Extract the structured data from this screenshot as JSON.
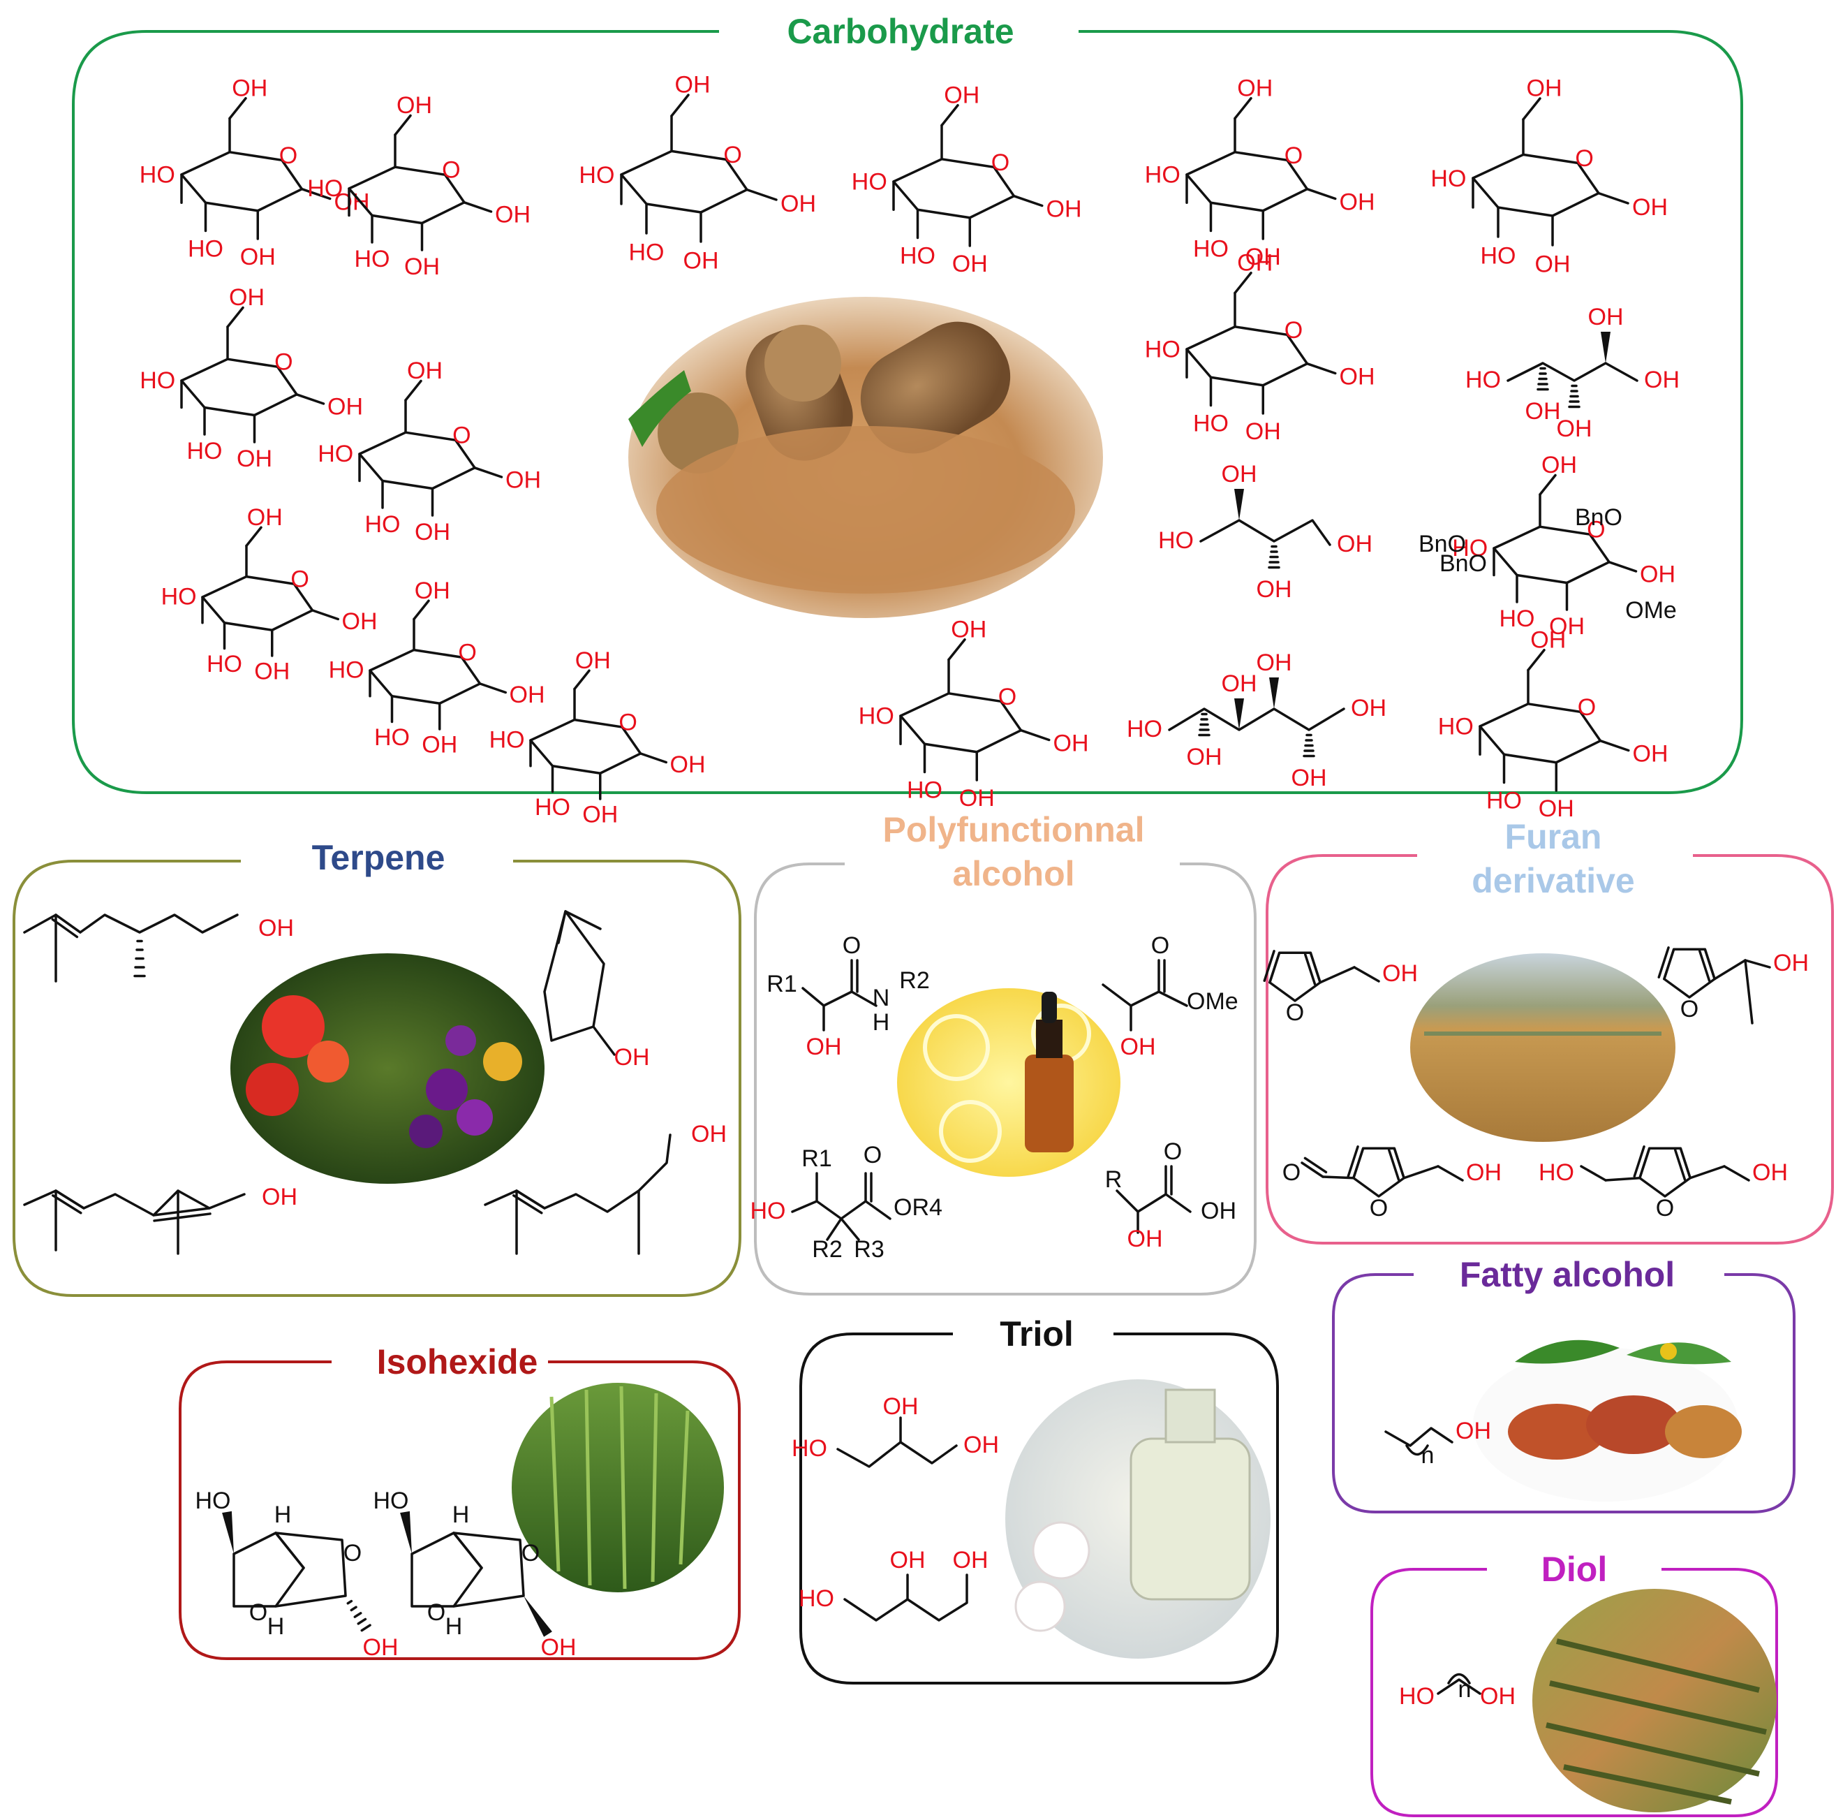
{
  "titles": {
    "carbohydrate": "Carbohydrate",
    "terpene": "Terpene",
    "polyfunctional_1": "Polyfunctionnal",
    "polyfunctional_2": "alcohol",
    "furan_1": "Furan",
    "furan_2": "derivative",
    "isohexide": "Isohexide",
    "triol": "Triol",
    "fatty_alcohol": "Fatty alcohol",
    "diol": "Diol"
  },
  "labels": {
    "oh": "OH",
    "ho": "HO",
    "o": "O",
    "h": "H",
    "n": "N",
    "r": "R",
    "r1": "R1",
    "r2": "R2",
    "r3": "R3",
    "or4": "OR4",
    "ome": "OMe",
    "bno": "BnO",
    "n_sub": "n"
  },
  "colors": {
    "carbohydrate": "#1a9a4a",
    "terpene": "#2e4a8a",
    "terpene_frame": "#8a8f3a",
    "polyfunctional": "#f0b48a",
    "polyfunctional_frame": "#bdbdbd",
    "furan": "#a9c8e8",
    "furan_frame": "#e8608c",
    "isohexide": "#b01818",
    "triol": "#111111",
    "fatty_alcohol": "#6a2a9a",
    "fatty_frame": "#7a3aa8",
    "diol": "#c020c0",
    "heteroatom": "#e8101c"
  }
}
